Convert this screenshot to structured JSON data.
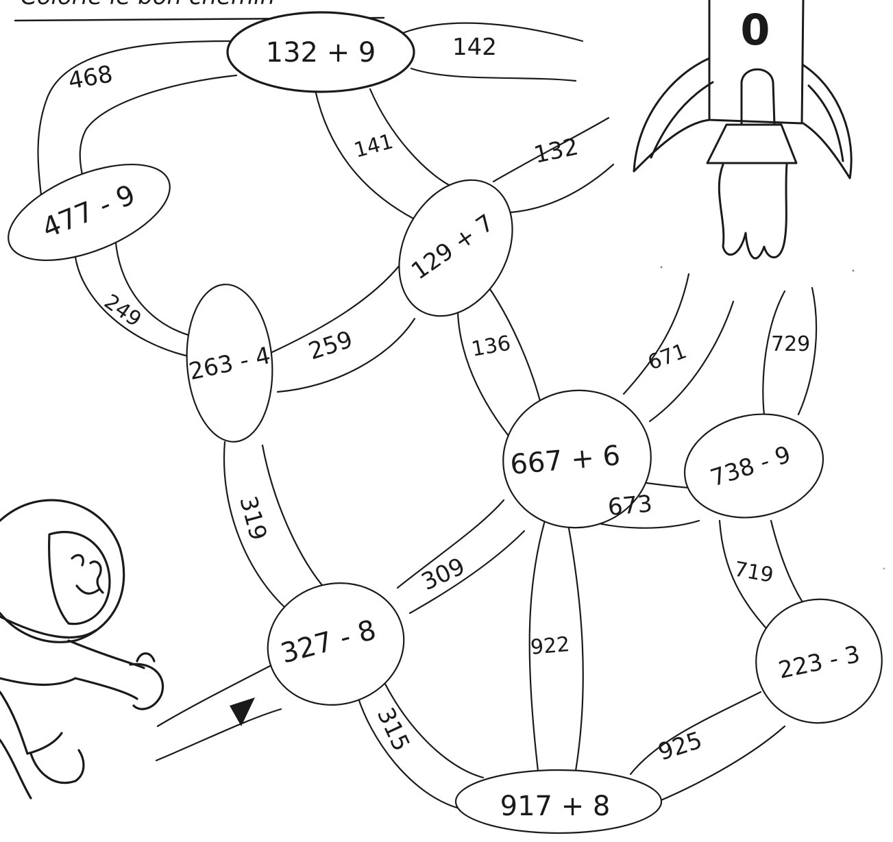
{
  "header": {
    "partial_text": "Colorie le bon chemin"
  },
  "rocket": {
    "digit": "0"
  },
  "nodes": {
    "n1": "132 + 9",
    "n2": "477 - 9",
    "n3": "129 + 7",
    "n4": "263 - 4",
    "n5": "667 + 6",
    "n6": "738 - 9",
    "n7": "327 - 8",
    "n8": "223 - 3",
    "n9": "917 + 8"
  },
  "paths": {
    "p468": "468",
    "p142": "142",
    "p141": "141",
    "p132": "132",
    "p249": "249",
    "p259": "259",
    "p136": "136",
    "p671": "671",
    "p729": "729",
    "p673": "673",
    "p319": "319",
    "p309": "309",
    "p719": "719",
    "p922": "922",
    "p315": "315",
    "p925": "925"
  }
}
